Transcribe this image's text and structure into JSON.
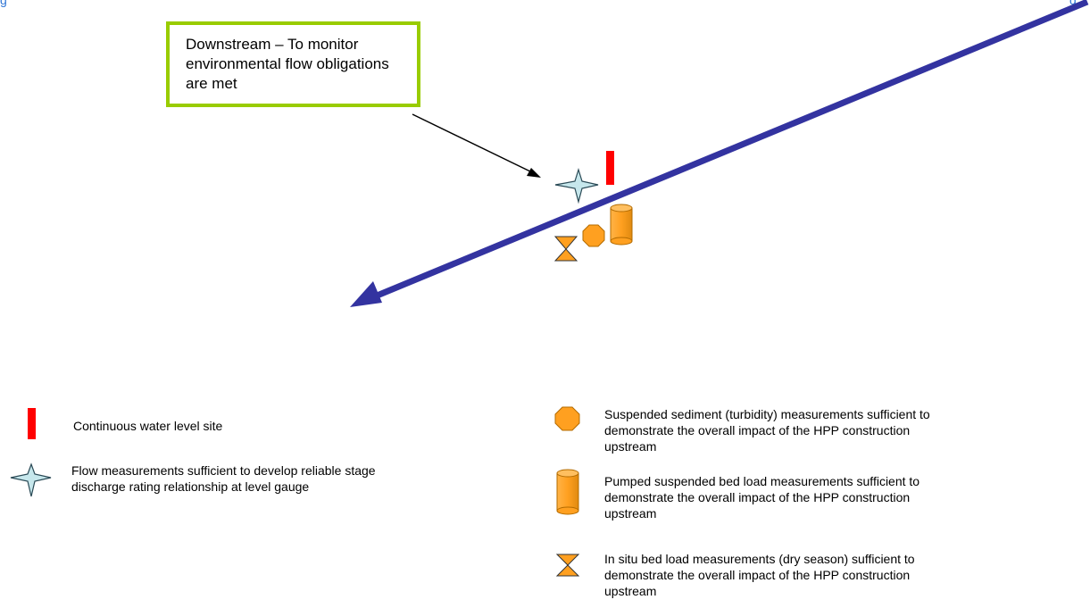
{
  "caption": {
    "left_fragment": "g",
    "right_fragment": "g"
  },
  "callout": {
    "text": "Downstream – To monitor environmental flow obligations are met",
    "border_color": "#99cc00"
  },
  "colors": {
    "river": "#3333a0",
    "water_level": "#ff0000",
    "sediment": "#ffa020",
    "sediment_stroke": "#b36b00",
    "flow_star": "#c6e7ec"
  },
  "legend": {
    "water_level": {
      "icon": "red-bar-icon",
      "text": "Continuous water level site"
    },
    "flow": {
      "icon": "four-point-star-icon",
      "text": "Flow measurements sufficient to develop reliable stage discharge rating relationship at level gauge"
    },
    "suspended_sediment": {
      "icon": "octagon-icon",
      "text": "Suspended sediment (turbidity) measurements sufficient to demonstrate the overall impact of the HPP construction upstream"
    },
    "pumped_bed_load": {
      "icon": "cylinder-icon",
      "text": "Pumped suspended bed load measurements sufficient to demonstrate the overall impact of the HPP construction upstream"
    },
    "in_situ_bed_load": {
      "icon": "hourglass-icon",
      "text": "In situ bed load measurements (dry season) sufficient to demonstrate the overall impact of the HPP construction upstream"
    }
  }
}
